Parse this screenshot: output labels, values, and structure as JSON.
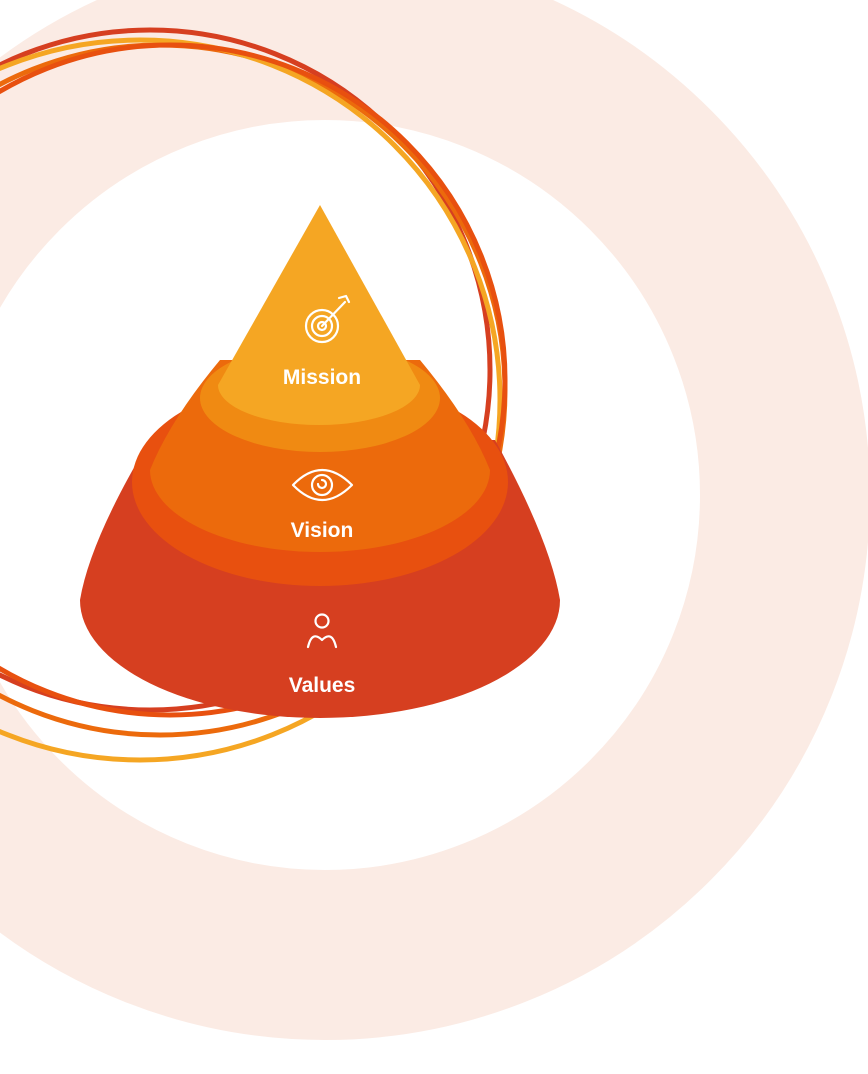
{
  "colors": {
    "background_ring": "#fbebe4",
    "mission_light": "#f5a623",
    "mission_band": "#f08a12",
    "vision_light": "#ec6a0c",
    "vision_band": "#e8500f",
    "values_base": "#d63f20",
    "ring_a": "#f5a623",
    "ring_b": "#ec6a0c",
    "ring_c": "#d63f20"
  },
  "tiers": [
    {
      "id": "mission",
      "label": "Mission",
      "icon": "target-arrow-icon"
    },
    {
      "id": "vision",
      "label": "Vision",
      "icon": "eye-icon"
    },
    {
      "id": "values",
      "label": "Values",
      "icon": "person-icon"
    }
  ]
}
